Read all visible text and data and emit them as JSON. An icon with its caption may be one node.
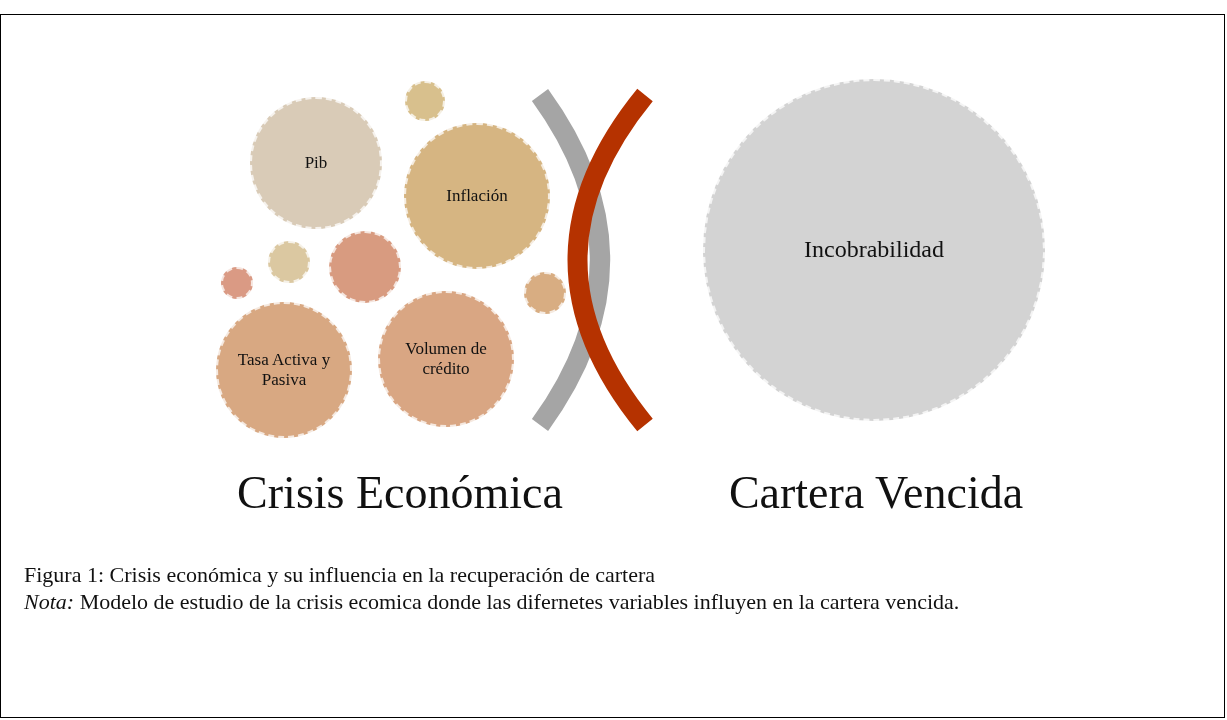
{
  "diagram": {
    "caption": "Figura 1: Crisis económica y su influencia en la recuperación de cartera",
    "nodes": [
      {
        "text": [],
        "shape": "circle"
      },
      {
        "text": [
          "Pib"
        ]
      },
      {
        "text": [
          "Inflación"
        ]
      },
      {
        "text": [],
        "shape": "circle"
      },
      {
        "text": [
          "Incobrabilidad"
        ]
      },
      {
        "text": [],
        "shape": "circle"
      },
      {
        "text": [],
        "shape": "circle"
      },
      {
        "text": [],
        "shape": "circle"
      },
      {
        "text": [
          "Volumen de crédito"
        ]
      },
      {
        "text": [
          "Tasa Activa y Pasiva"
        ]
      }
    ],
    "labels": [
      "Crisis Económica",
      "Cartera Vencida",
      "*Nota:* Modelo de estudio de la crisis ecomica donde las difernetes variables influyen en la cartera vencida."
    ]
  }
}
